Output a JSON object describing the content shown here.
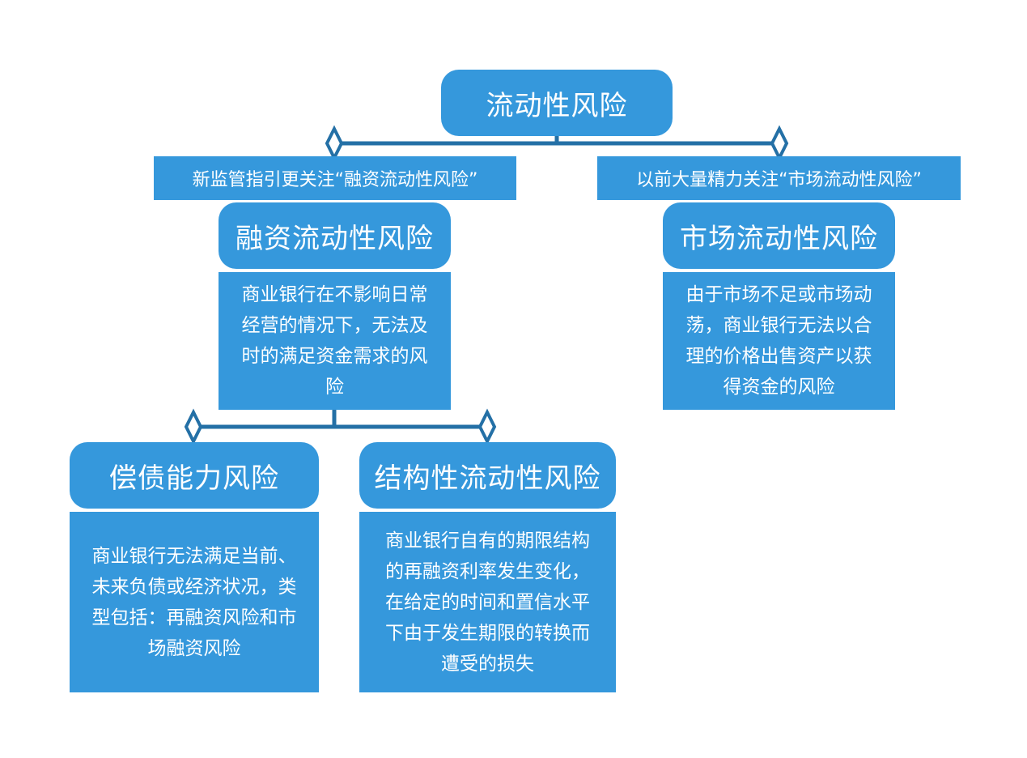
{
  "colors": {
    "box_fill": "#3598dc",
    "connector": "#2470a6",
    "text": "#ffffff"
  },
  "root": {
    "label": "流动性风险"
  },
  "branches": {
    "left_note": "新监管指引更关注“融资流动性风险”",
    "right_note": "以前大量精力关注“市场流动性风险”"
  },
  "funding_liquidity": {
    "label": "融资流动性风险",
    "description_lines": [
      "商业银行在不影响日常",
      "经营的情况下，无法及",
      "时的满足资金需求的风",
      "险"
    ]
  },
  "market_liquidity": {
    "label": "市场流动性风险",
    "description_lines": [
      "由于市场不足或市场动",
      "荡，商业银行无法以合",
      "理的价格出售资产以获",
      "得资金的风险"
    ]
  },
  "solvency_risk": {
    "label": "偿债能力风险",
    "description_lines": [
      "商业银行无法满足当前、",
      "未来负债或经济状况，类",
      "型包括：再融资风险和市",
      "场融资风险"
    ]
  },
  "structural_liquidity": {
    "label": "结构性流动性风险",
    "description_lines": [
      "商业银行自有的期限结构",
      "的再融资利率发生变化，",
      "在给定的时间和置信水平",
      "下由于发生期限的转换而",
      "遭受的损失"
    ]
  }
}
